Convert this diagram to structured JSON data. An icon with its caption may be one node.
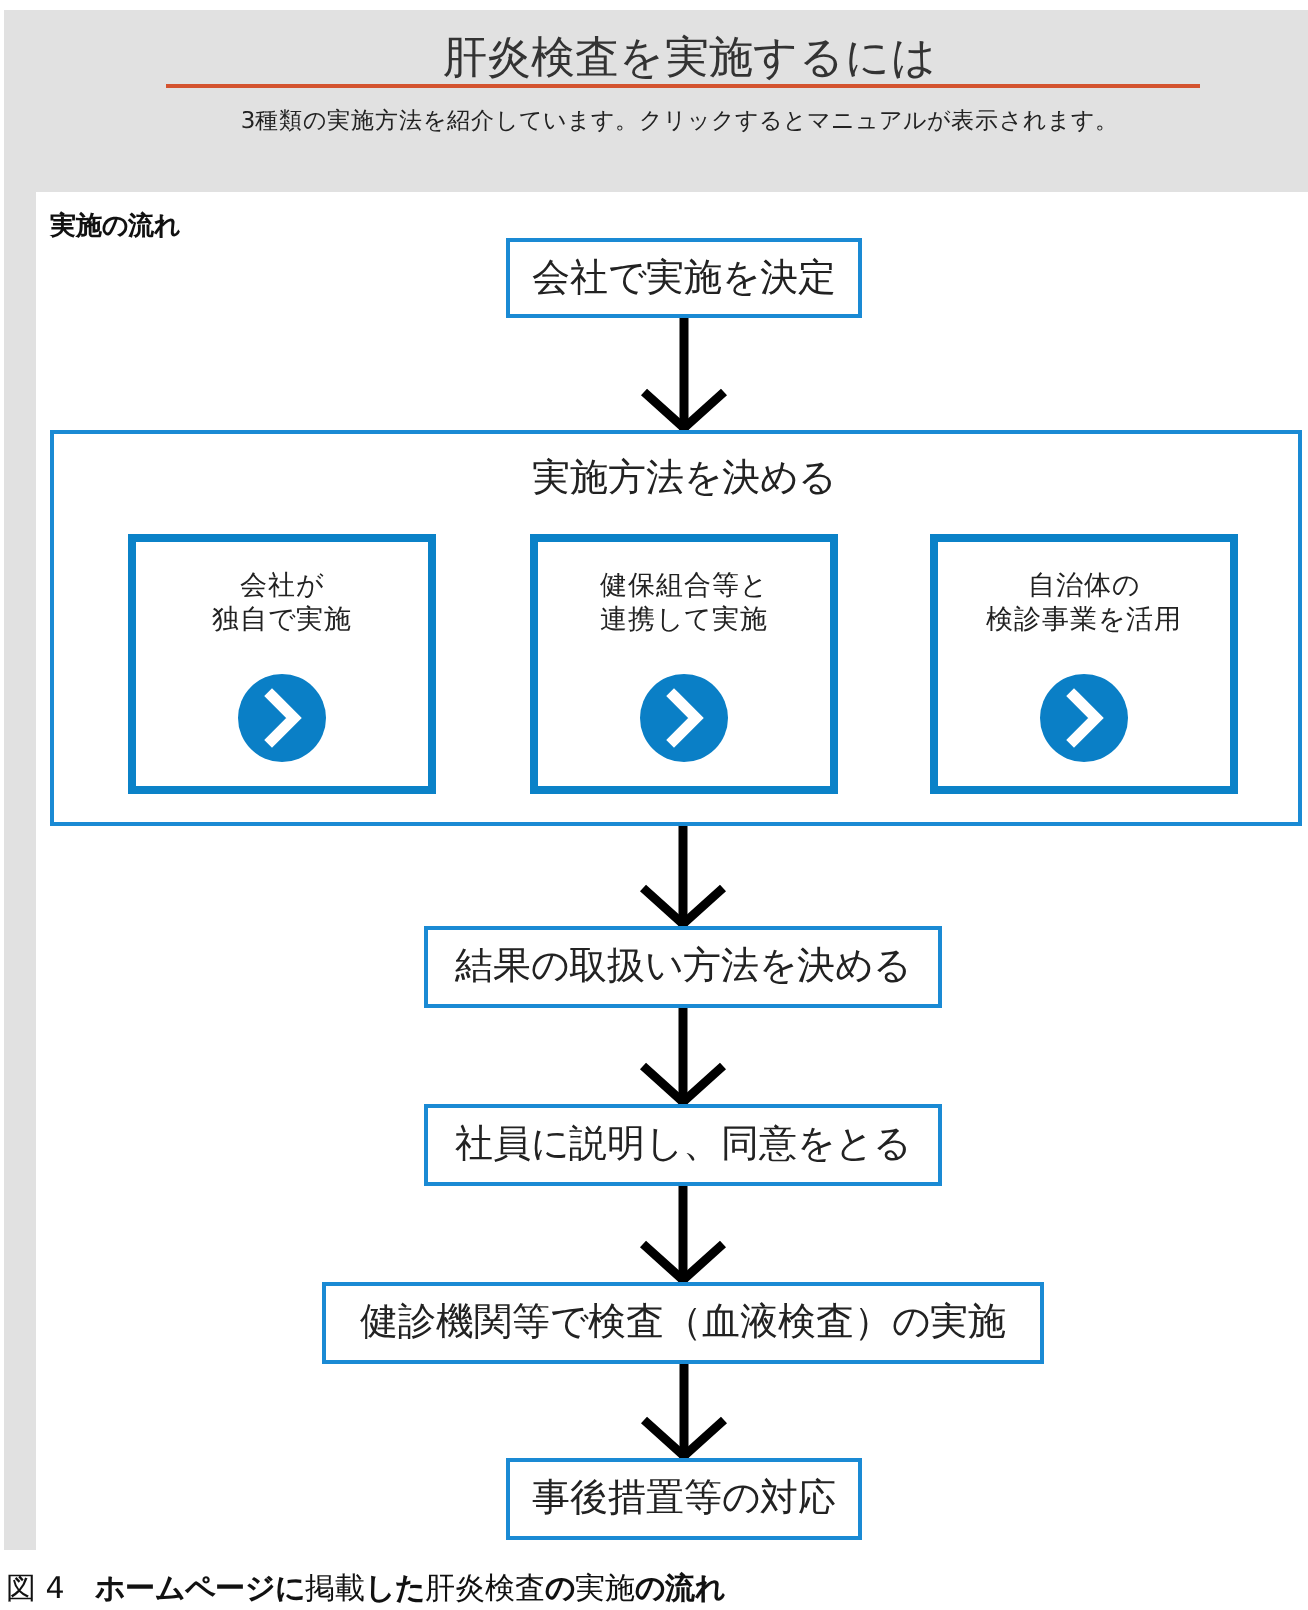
{
  "diagram": {
    "title": "肝炎検査を実施するには",
    "caption": "図 4　**ホームページに**掲載**した**肝炎検査**の**実施**の流れ**",
    "nodes": [
      {
        "text": [
          "会社で実施を決定"
        ]
      },
      {
        "text": [
          "実施方法を決める"
        ]
      },
      {
        "text": [
          "会社が独自で実施"
        ],
        "in": 1
      },
      {
        "text": [
          "健保組合等と連携して実施"
        ],
        "in": 1
      },
      {
        "text": [
          "自治体の検診事業を活用"
        ],
        "in": 1
      },
      {
        "text": [
          "結果の取扱い方法を決める"
        ]
      },
      {
        "text": [
          "社員に説明し、同意をとる"
        ]
      },
      {
        "text": [
          "健診機関等で検査（血液検査）の実施"
        ]
      },
      {
        "text": [
          "事後措置等の対応"
        ]
      }
    ],
    "edges": [
      {
        "from": 0,
        "to": 1,
        "arrow": "to"
      },
      {
        "from": 1,
        "to": 5,
        "arrow": "to"
      },
      {
        "from": 5,
        "to": 6,
        "arrow": "to"
      },
      {
        "from": 6,
        "to": 7,
        "arrow": "to"
      },
      {
        "from": 7,
        "to": 8,
        "arrow": "to"
      }
    ],
    "labels": [
      "3種類の実施方法を紹介しています。クリックするとマニュアルが表示されます。",
      "実施の流れ"
    ]
  }
}
